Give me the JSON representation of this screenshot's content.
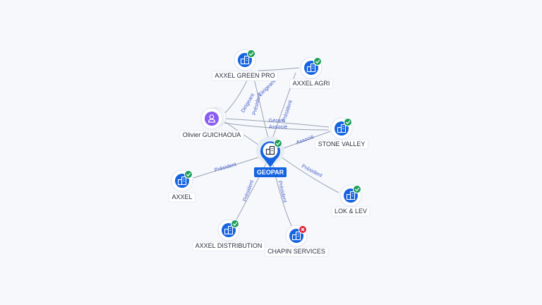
{
  "colors": {
    "company": "#1563e0",
    "person": "#8a5cf0",
    "ok": "#1e9e5a",
    "closed": "#d9263e",
    "edge_label": "#4a62c9"
  },
  "center": {
    "label": "GEOPAR",
    "icon": "building-icon",
    "status": "active"
  },
  "nodes": [
    {
      "id": "axxel-green-pro",
      "label": "AXXEL GREEN PRO",
      "type": "company",
      "status": "active",
      "icon": "building-icon"
    },
    {
      "id": "axxel-agri",
      "label": "AXXEL AGRI",
      "type": "company",
      "status": "active",
      "icon": "building-icon"
    },
    {
      "id": "olivier-guichaoua",
      "label": "Olivier GUICHAOUA",
      "type": "person",
      "status": "none",
      "icon": "person-icon"
    },
    {
      "id": "stone-valley",
      "label": "STONE VALLEY",
      "type": "company",
      "status": "active",
      "icon": "building-icon"
    },
    {
      "id": "axxel",
      "label": "AXXEL",
      "type": "company",
      "status": "active",
      "icon": "building-icon"
    },
    {
      "id": "lok-lev",
      "label": "LOK & LEV",
      "type": "company",
      "status": "active",
      "icon": "building-icon"
    },
    {
      "id": "axxel-distribution",
      "label": "AXXEL DISTRIBUTION",
      "type": "company",
      "status": "active",
      "icon": "building-icon"
    },
    {
      "id": "chapin-services",
      "label": "CHAPIN SERVICES",
      "type": "company",
      "status": "closed",
      "icon": "building-icon"
    }
  ],
  "edges": [
    {
      "from": "center",
      "to": "axxel-green-pro",
      "label": "Président"
    },
    {
      "from": "center",
      "to": "axxel-agri",
      "label": "Président"
    },
    {
      "from": "center",
      "to": "stone-valley",
      "label": "Associé"
    },
    {
      "from": "center",
      "to": "axxel",
      "label": "Président"
    },
    {
      "from": "center",
      "to": "lok-lev",
      "label": "Président"
    },
    {
      "from": "center",
      "to": "axxel-distribution",
      "label": "Président"
    },
    {
      "from": "center",
      "to": "chapin-services",
      "label": "Président"
    },
    {
      "from": "center",
      "to": "olivier-guichaoua",
      "label": ""
    },
    {
      "from": "olivier-guichaoua",
      "to": "axxel-green-pro",
      "label": "Dirigeant"
    },
    {
      "from": "olivier-guichaoua",
      "to": "stone-valley",
      "label": "Gérant"
    },
    {
      "from": "olivier-guichaoua",
      "to": "stone-valley",
      "label": "Associé"
    },
    {
      "from": "axxel-green-pro",
      "to": "axxel-agri",
      "label": "Dirigeant"
    }
  ]
}
